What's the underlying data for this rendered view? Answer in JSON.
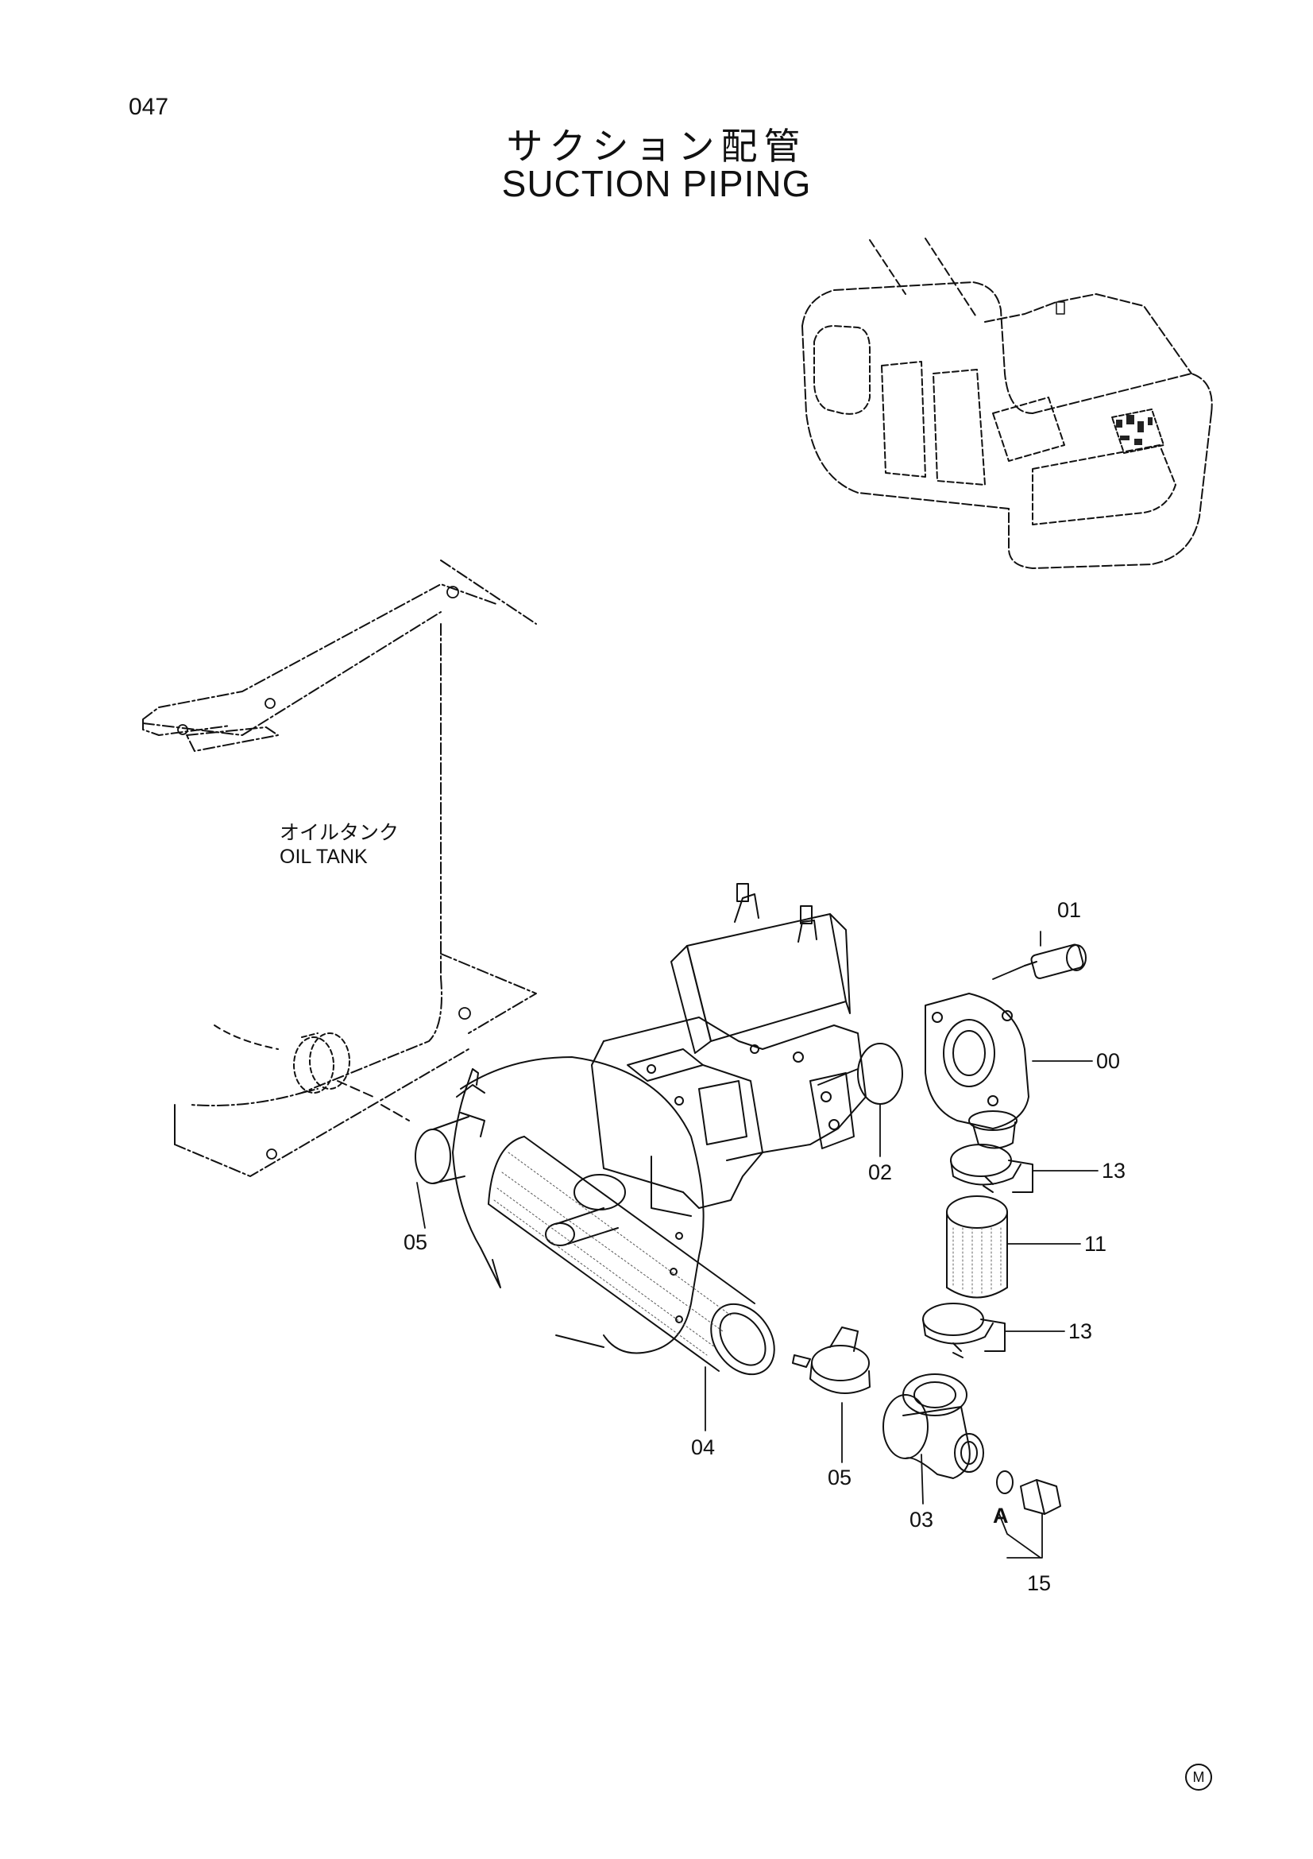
{
  "page_number": "047",
  "title_jp": "サクション配管",
  "title_en": "SUCTION PIPING",
  "oil_tank_label_jp": "オイルタンク",
  "oil_tank_label_en": "OIL TANK",
  "callouts": {
    "c01": "01",
    "c00": "00",
    "c02": "02",
    "c13a": "13",
    "c11": "11",
    "c13b": "13",
    "c05a": "05",
    "c04": "04",
    "c05b": "05",
    "c03": "03",
    "cA": "A",
    "c15": "15"
  },
  "mark": "M"
}
